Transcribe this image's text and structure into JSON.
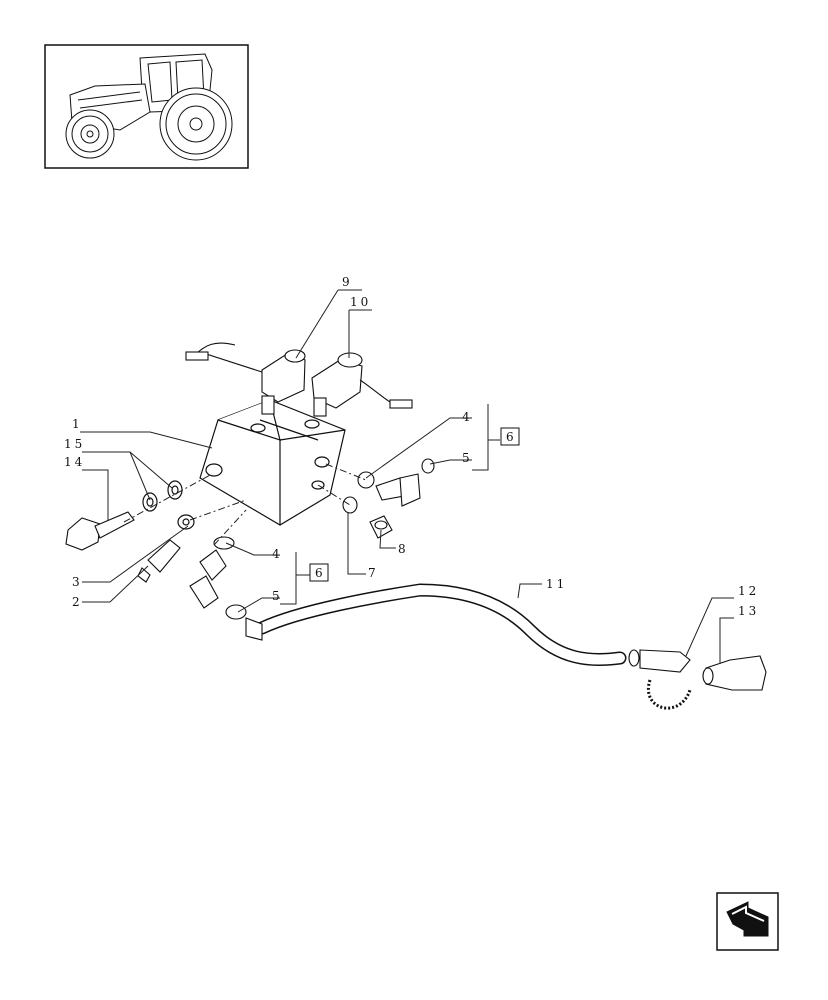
{
  "thumbnail": {
    "icon": "tractor-icon"
  },
  "callouts": {
    "c1": "1",
    "c2": "2",
    "c3": "3",
    "c4a": "4",
    "c4b": "4",
    "c5a": "5",
    "c5b": "5",
    "c6a": "6",
    "c6b": "6",
    "c7": "7",
    "c8": "8",
    "c9": "9",
    "c10": "10",
    "c11": "11",
    "c12": "12",
    "c13": "13",
    "c14": "14",
    "c15": "15"
  },
  "nav": {
    "icon": "next-page-arrow-icon"
  }
}
